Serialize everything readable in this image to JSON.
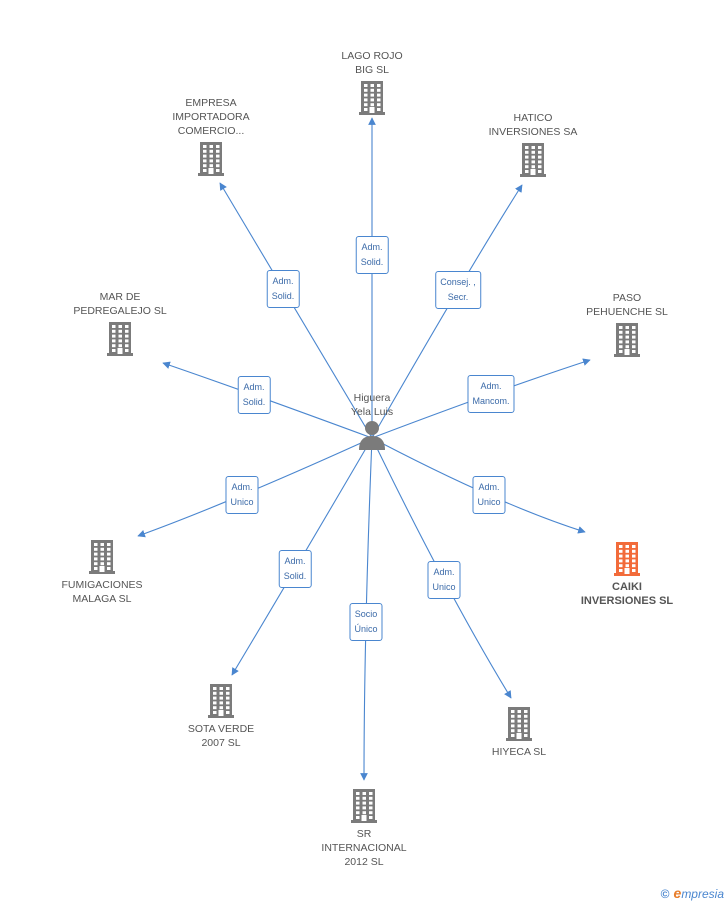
{
  "center": {
    "name_lines": [
      "Higuera",
      "Yela Luis"
    ],
    "icon": "person-icon"
  },
  "colors": {
    "edge": "#4a86cf",
    "building": "#7b7b7b",
    "highlight": "#f26b3a",
    "text": "#555555"
  },
  "nodes": [
    {
      "id": "lago-rojo",
      "lines": [
        "LAGO ROJO",
        "BIG SL"
      ],
      "relation": [
        "Adm.",
        "Solid."
      ],
      "highlight": false
    },
    {
      "id": "empresa-importadora",
      "lines": [
        "EMPRESA",
        "IMPORTADORA",
        "COMERCIO..."
      ],
      "relation": [
        "Adm.",
        "Solid."
      ],
      "highlight": false
    },
    {
      "id": "hatico",
      "lines": [
        "HATICO",
        "INVERSIONES SA"
      ],
      "relation": [
        "Consej. ,",
        "Secr."
      ],
      "highlight": false
    },
    {
      "id": "mar-de-pedregalejo",
      "lines": [
        "MAR DE",
        "PEDREGALEJO SL"
      ],
      "relation": [
        "Adm.",
        "Solid."
      ],
      "highlight": false
    },
    {
      "id": "paso-pehuenche",
      "lines": [
        "PASO",
        "PEHUENCHE SL"
      ],
      "relation": [
        "Adm.",
        "Mancom."
      ],
      "highlight": false
    },
    {
      "id": "fumigaciones",
      "lines": [
        "FUMIGACIONES",
        "MALAGA  SL"
      ],
      "relation": [
        "Adm.",
        "Unico"
      ],
      "highlight": false
    },
    {
      "id": "caiki",
      "lines": [
        "CAIKI",
        "INVERSIONES SL"
      ],
      "relation": [
        "Adm.",
        "Unico"
      ],
      "highlight": true
    },
    {
      "id": "sota-verde",
      "lines": [
        "SOTA VERDE",
        "2007 SL"
      ],
      "relation": [
        "Adm.",
        "Solid."
      ],
      "highlight": false
    },
    {
      "id": "sr-internacional",
      "lines": [
        "SR",
        "INTERNACIONAL",
        "2012 SL"
      ],
      "relation": [
        "Socio",
        "Único"
      ],
      "highlight": false
    },
    {
      "id": "hiyeca",
      "lines": [
        "HIYECA SL"
      ],
      "relation": [
        "Adm.",
        "Unico"
      ],
      "highlight": false
    }
  ],
  "footer": {
    "copyright": "©",
    "brand_initial": "e",
    "brand_rest": "mpresia"
  }
}
